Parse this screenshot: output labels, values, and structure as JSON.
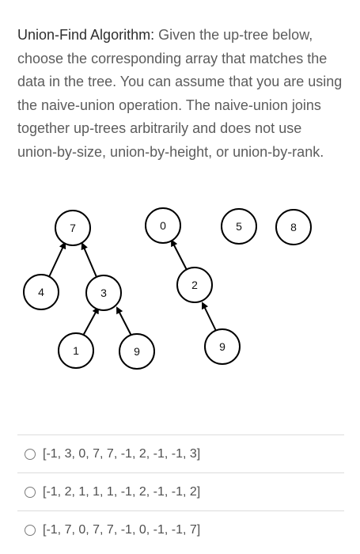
{
  "question": {
    "lead": "Union-Find Algorithm:",
    "body": " Given the up-tree below, choose the corresponding array that matches the data in the tree. You can assume that you are using the naive-union operation. The naive-union joins together up-trees arbitrarily and does not use union-by-size, union-by-height, or union-by-rank."
  },
  "tree": {
    "nodes": {
      "n7": "7",
      "n4": "4",
      "n3": "3",
      "n1": "1",
      "n9a": "9",
      "n0": "0",
      "n2": "2",
      "n9b": "9",
      "n5": "5",
      "n8": "8"
    }
  },
  "options": [
    {
      "label": "[-1, 3, 0, 7, 7, -1, 2, -1, -1, 3]"
    },
    {
      "label": "[-1, 2, 1, 1, 1, -1, 2, -1, -1, 2]"
    },
    {
      "label": "[-1, 7, 0, 7, 7, -1, 0, -1, -1, 7]"
    }
  ]
}
